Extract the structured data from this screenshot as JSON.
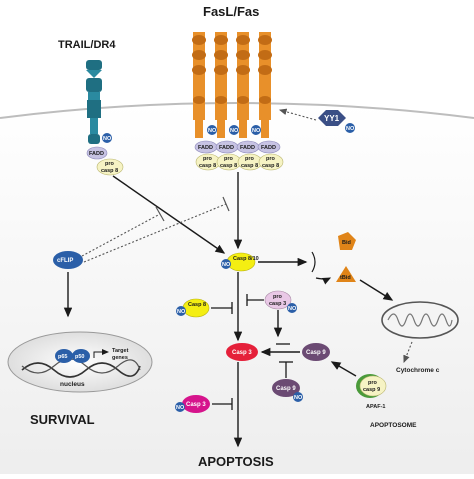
{
  "labels": {
    "fasl_fas": "FasL/Fas",
    "trail_dr4": "TRAIL/DR4",
    "yy1": "YY1",
    "no": "NO",
    "fadd": "FADD",
    "pro": "pro",
    "casp8": "casp 8",
    "cflip": "cFLIP",
    "casp810": "Casp 8/10",
    "bid": "Bid",
    "tbid": "tBid",
    "casp8_n": "Casp 8",
    "pro_casp3_pro": "pro",
    "pro_casp3_casp": "casp 3",
    "casp3": "Casp 3",
    "casp9": "Casp 9",
    "cytochrome_c": "Cytochrome c",
    "pro_casp9_pro": "pro",
    "pro_casp9_casp": "casp 9",
    "apaf1": "APAF-1",
    "apoptosome": "APOPTOSOME",
    "p65": "p65",
    "p50": "p50",
    "target": "Target",
    "genes": "genes",
    "nucleus": "nucleus",
    "survival": "SURVIVAL",
    "apoptosis": "APOPTOSIS"
  },
  "colors": {
    "membrane": "#e3e3e3",
    "fas_orange": "#e8902a",
    "trail_teal": "#1f6f82",
    "yy1_blue": "#3b4f86",
    "no_blue": "#2b5fa8",
    "fadd_lavender": "#c7c3e3",
    "procasp_cream": "#f6f3c4",
    "casp_yellow": "#f4ee12",
    "bid_orange": "#e08418",
    "casp3_red": "#e5203a",
    "casp9_purple": "#6b4a73",
    "procasp3_pink": "#e9c8e6",
    "casp3_inhib_magenta": "#d6148c"
  }
}
